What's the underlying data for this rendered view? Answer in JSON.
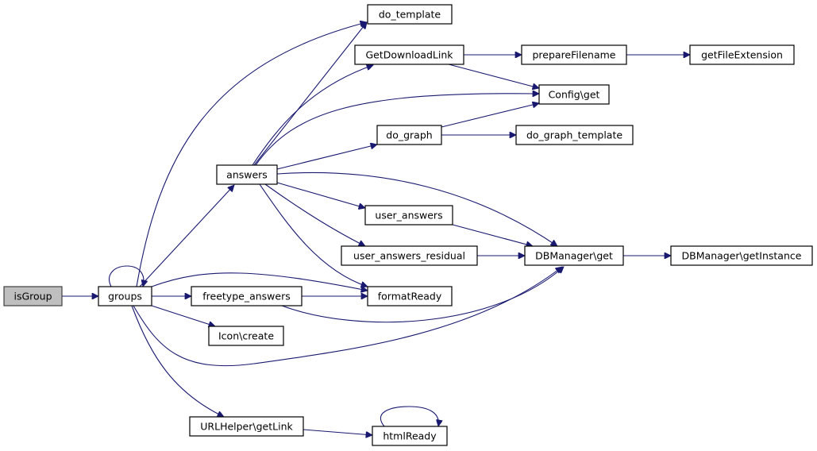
{
  "diagram": {
    "type": "call-graph",
    "root": "isGroup",
    "colors": {
      "edge": "#191970",
      "node_border": "#000000",
      "root_fill": "#bfbfbf",
      "node_fill": "#ffffff"
    },
    "nodes": [
      {
        "id": "isGroup",
        "label": "isGroup",
        "root": true
      },
      {
        "id": "groups",
        "label": "groups"
      },
      {
        "id": "answers",
        "label": "answers"
      },
      {
        "id": "do_template",
        "label": "do_template"
      },
      {
        "id": "GetDownloadLink",
        "label": "GetDownloadLink"
      },
      {
        "id": "prepareFilename",
        "label": "prepareFilename"
      },
      {
        "id": "getFileExtension",
        "label": "getFileExtension"
      },
      {
        "id": "config_get",
        "label": "Config\\get"
      },
      {
        "id": "do_graph",
        "label": "do_graph"
      },
      {
        "id": "do_graph_template",
        "label": "do_graph_template"
      },
      {
        "id": "user_answers",
        "label": "user_answers"
      },
      {
        "id": "user_answers_residual",
        "label": "user_answers_residual"
      },
      {
        "id": "dbmanager_get",
        "label": "DBManager\\get"
      },
      {
        "id": "dbmanager_getInstance",
        "label": "DBManager\\getInstance"
      },
      {
        "id": "freetype_answers",
        "label": "freetype_answers"
      },
      {
        "id": "formatReady",
        "label": "formatReady"
      },
      {
        "id": "icon_create",
        "label": "Icon\\create"
      },
      {
        "id": "urlhelper_getLink",
        "label": "URLHelper\\getLink"
      },
      {
        "id": "htmlReady",
        "label": "htmlReady"
      }
    ],
    "edges": [
      {
        "from": "isGroup",
        "to": "groups"
      },
      {
        "from": "groups",
        "to": "groups"
      },
      {
        "from": "groups",
        "to": "answers"
      },
      {
        "from": "groups",
        "to": "do_template"
      },
      {
        "from": "groups",
        "to": "freetype_answers"
      },
      {
        "from": "groups",
        "to": "formatReady"
      },
      {
        "from": "groups",
        "to": "icon_create"
      },
      {
        "from": "groups",
        "to": "dbmanager_get"
      },
      {
        "from": "groups",
        "to": "urlhelper_getLink"
      },
      {
        "from": "answers",
        "to": "do_template"
      },
      {
        "from": "answers",
        "to": "GetDownloadLink"
      },
      {
        "from": "answers",
        "to": "config_get"
      },
      {
        "from": "answers",
        "to": "do_graph"
      },
      {
        "from": "answers",
        "to": "dbmanager_get"
      },
      {
        "from": "answers",
        "to": "user_answers"
      },
      {
        "from": "answers",
        "to": "user_answers_residual"
      },
      {
        "from": "answers",
        "to": "formatReady"
      },
      {
        "from": "GetDownloadLink",
        "to": "prepareFilename"
      },
      {
        "from": "GetDownloadLink",
        "to": "config_get"
      },
      {
        "from": "prepareFilename",
        "to": "getFileExtension"
      },
      {
        "from": "do_graph",
        "to": "config_get"
      },
      {
        "from": "do_graph",
        "to": "do_graph_template"
      },
      {
        "from": "user_answers",
        "to": "dbmanager_get"
      },
      {
        "from": "user_answers_residual",
        "to": "dbmanager_get"
      },
      {
        "from": "dbmanager_get",
        "to": "dbmanager_getInstance"
      },
      {
        "from": "freetype_answers",
        "to": "formatReady"
      },
      {
        "from": "freetype_answers",
        "to": "dbmanager_get"
      },
      {
        "from": "urlhelper_getLink",
        "to": "htmlReady"
      },
      {
        "from": "htmlReady",
        "to": "htmlReady"
      }
    ]
  }
}
